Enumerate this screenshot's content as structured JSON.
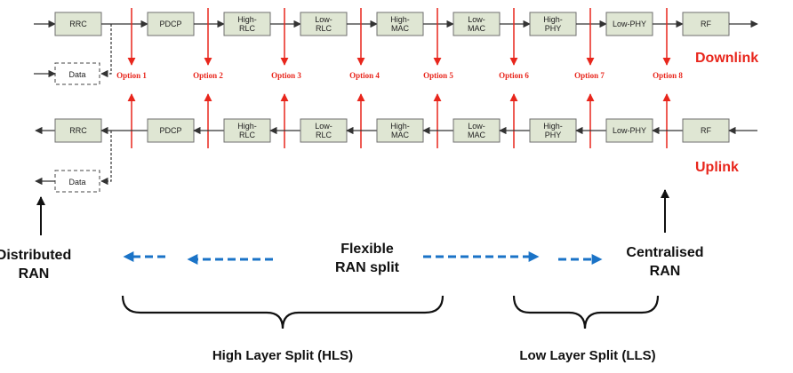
{
  "downlink_blocks": [
    "RRC",
    "PDCP",
    "High-\nRLC",
    "Low-\nRLC",
    "High-\nMAC",
    "Low-\nMAC",
    "High-\nPHY",
    "Low-PHY",
    "RF"
  ],
  "uplink_blocks": [
    "RRC",
    "PDCP",
    "High-\nRLC",
    "Low-\nRLC",
    "High-\nMAC",
    "Low-\nMAC",
    "High-\nPHY",
    "Low-PHY",
    "RF"
  ],
  "data_block": "Data",
  "options": [
    "Option 1",
    "Option 2",
    "Option 3",
    "Option 4",
    "Option 5",
    "Option 6",
    "Option 7",
    "Option 8"
  ],
  "labels": {
    "downlink": "Downlink",
    "uplink": "Uplink",
    "distributed": [
      "Distributed",
      "RAN"
    ],
    "flexible": [
      "Flexible",
      "RAN split"
    ],
    "centralised": [
      "Centralised",
      "RAN"
    ],
    "hls": "High Layer Split (HLS)",
    "lls": "Low Layer Split (LLS)"
  },
  "colors": {
    "accent_red": "#e8261c",
    "arrow_blue": "#1a73c7",
    "block_fill": "#dfe6d3"
  }
}
